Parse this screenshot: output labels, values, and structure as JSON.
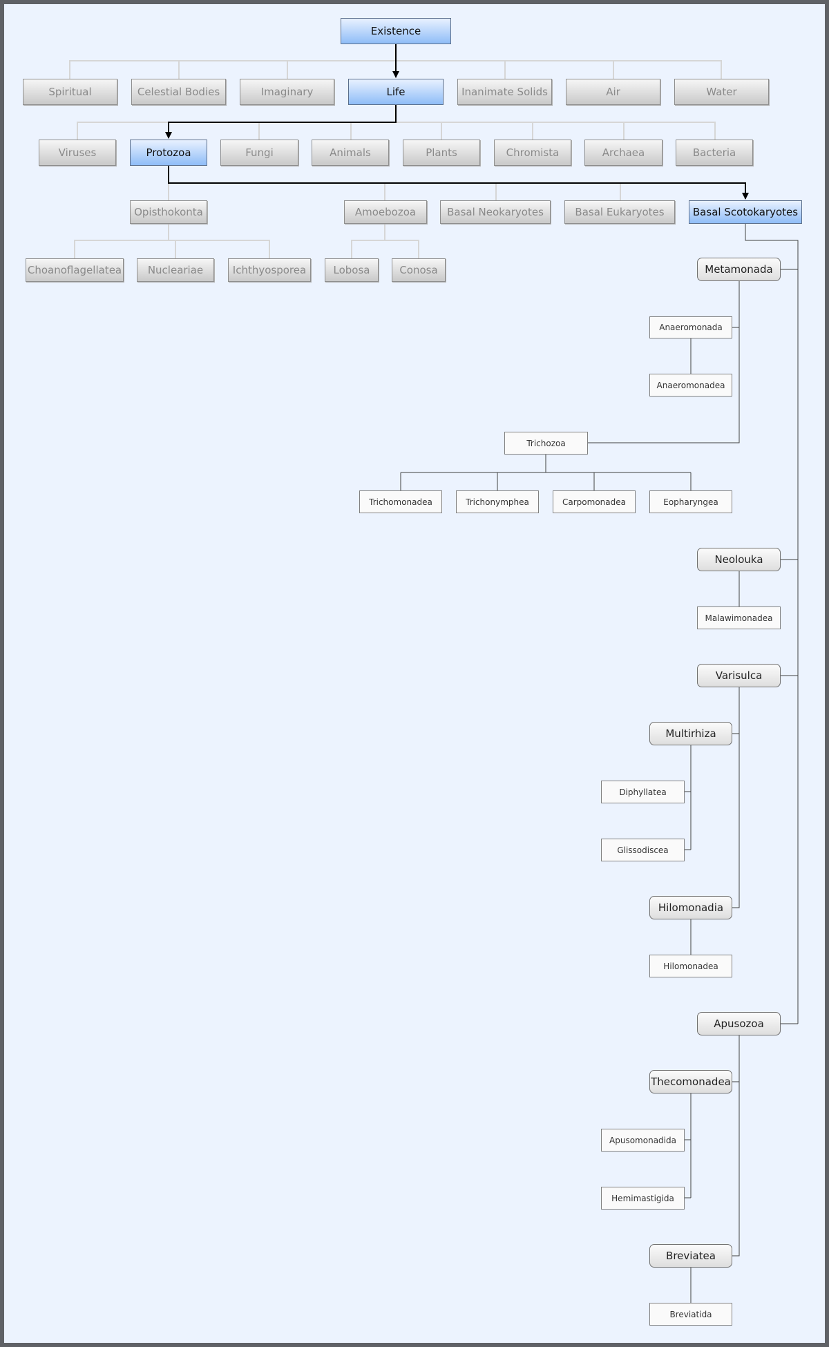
{
  "nodes": {
    "existence": "Existence",
    "spiritual": "Spiritual",
    "celestial_bodies": "Celestial Bodies",
    "imaginary": "Imaginary",
    "life": "Life",
    "inanimate_solids": "Inanimate Solids",
    "air": "Air",
    "water": "Water",
    "viruses": "Viruses",
    "protozoa": "Protozoa",
    "fungi": "Fungi",
    "animals": "Animals",
    "plants": "Plants",
    "chromista": "Chromista",
    "archaea": "Archaea",
    "bacteria": "Bacteria",
    "opisthokonta": "Opisthokonta",
    "amoebozoa": "Amoebozoa",
    "basal_neokaryotes": "Basal Neokaryotes",
    "basal_eukaryotes": "Basal Eukaryotes",
    "basal_scotokaryotes": "Basal Scotokaryotes",
    "choanoflagellatea": "Choanoflagellatea",
    "nucleariae": "Nucleariae",
    "ichthyosporea": "Ichthyosporea",
    "lobosa": "Lobosa",
    "conosa": "Conosa",
    "metamonada": "Metamonada",
    "anaeromonada": "Anaeromonada",
    "anaeromonadea": "Anaeromonadea",
    "trichozoa": "Trichozoa",
    "trichomonadea": "Trichomonadea",
    "trichonymphea": "Trichonymphea",
    "carpomonadea": "Carpomonadea",
    "eopharyngea": "Eopharyngea",
    "neolouka": "Neolouka",
    "malawimonadea": "Malawimonadea",
    "varisulca": "Varisulca",
    "multirhiza": "Multirhiza",
    "diphyllatea": "Diphyllatea",
    "glissodiscea": "Glissodiscea",
    "hilomonadia": "Hilomonadia",
    "hilomonadea": "Hilomonadea",
    "apusozoa": "Apusozoa",
    "thecomonadea": "Thecomonadea",
    "apusomonadida": "Apusomonadida",
    "hemimastigida": "Hemimastigida",
    "breviatea": "Breviatea",
    "breviatida": "Breviatida"
  },
  "colors": {
    "background": "#ecf3fe",
    "highlight_path": "#000000",
    "inactive_connector": "#d6d6d6",
    "frame": "#5f6166"
  }
}
